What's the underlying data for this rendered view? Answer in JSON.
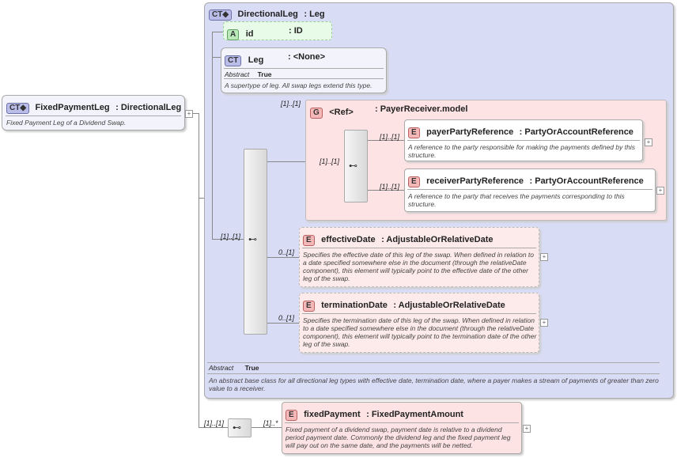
{
  "root": {
    "badge": "CT",
    "name": "FixedPaymentLeg",
    "type": ": DirectionalLeg",
    "doc": "Fixed Payment Leg of a Dividend Swap."
  },
  "base": {
    "badge": "CT",
    "name": "DirectionalLeg",
    "type": ": Leg",
    "abstract_label": "Abstract",
    "abstract_value": "True",
    "doc": "An abstract base class for all directional leg types with effective date, termination date, where a payer makes a stream of payments of greater than zero value to a receiver."
  },
  "attr_id": {
    "badge": "A",
    "name": "id",
    "type": ": ID"
  },
  "leg": {
    "badge": "CT",
    "name": "Leg",
    "type": ": <None>",
    "abstract_label": "Abstract",
    "abstract_value": "True",
    "doc": "A supertype of leg. All swap legs extend this type."
  },
  "group": {
    "badge": "G",
    "ref": "<Ref>",
    "name": ": PayerReceiver.model",
    "cardinality": "[1]..[1]",
    "inner_cardinality": "[1]..[1]"
  },
  "payer": {
    "badge": "E",
    "name": "payerPartyReference",
    "type": ": PartyOrAccountReference",
    "cardinality": "[1]..[1]",
    "doc": "A reference to the party responsible for making the payments defined by this structure."
  },
  "receiver": {
    "badge": "E",
    "name": "receiverPartyReference",
    "type": ": PartyOrAccountReference",
    "cardinality": "[1]..[1]",
    "doc": "A reference to the party that receives the payments corresponding to this structure."
  },
  "sequence_cardinality": "[1]..[1]",
  "effective": {
    "badge": "E",
    "name": "effectiveDate",
    "type": ": AdjustableOrRelativeDate",
    "cardinality": "0..[1]",
    "doc": "Specifies the effective date of this leg of the swap. When defined in relation to a date specified somewhere else in the document (through the relativeDate component), this element will typically point to the effective date of the other leg of the swap."
  },
  "termination": {
    "badge": "E",
    "name": "terminationDate",
    "type": ": AdjustableOrRelativeDate",
    "cardinality": "0..[1]",
    "doc": "Specifies the termination date of this leg of the swap. When defined in relation to a date specified somewhere else in the document (through the relativeDate component), this element will typically point to the termination date of the other leg of the swap."
  },
  "outer_sequence_cardinality": "[1]..[1]",
  "fixed": {
    "badge": "E",
    "name": "fixedPayment",
    "type": ": FixedPaymentAmount",
    "cardinality": "[1]..*",
    "doc": "Fixed payment of a dividend swap, payment date is relative to a dividend period payment date. Commonly the dividend leg and the fixed payment leg will pay out on the same date, and the payments will be netted."
  },
  "expand_symbol": "+",
  "sequence_icon": "sequence-icon"
}
